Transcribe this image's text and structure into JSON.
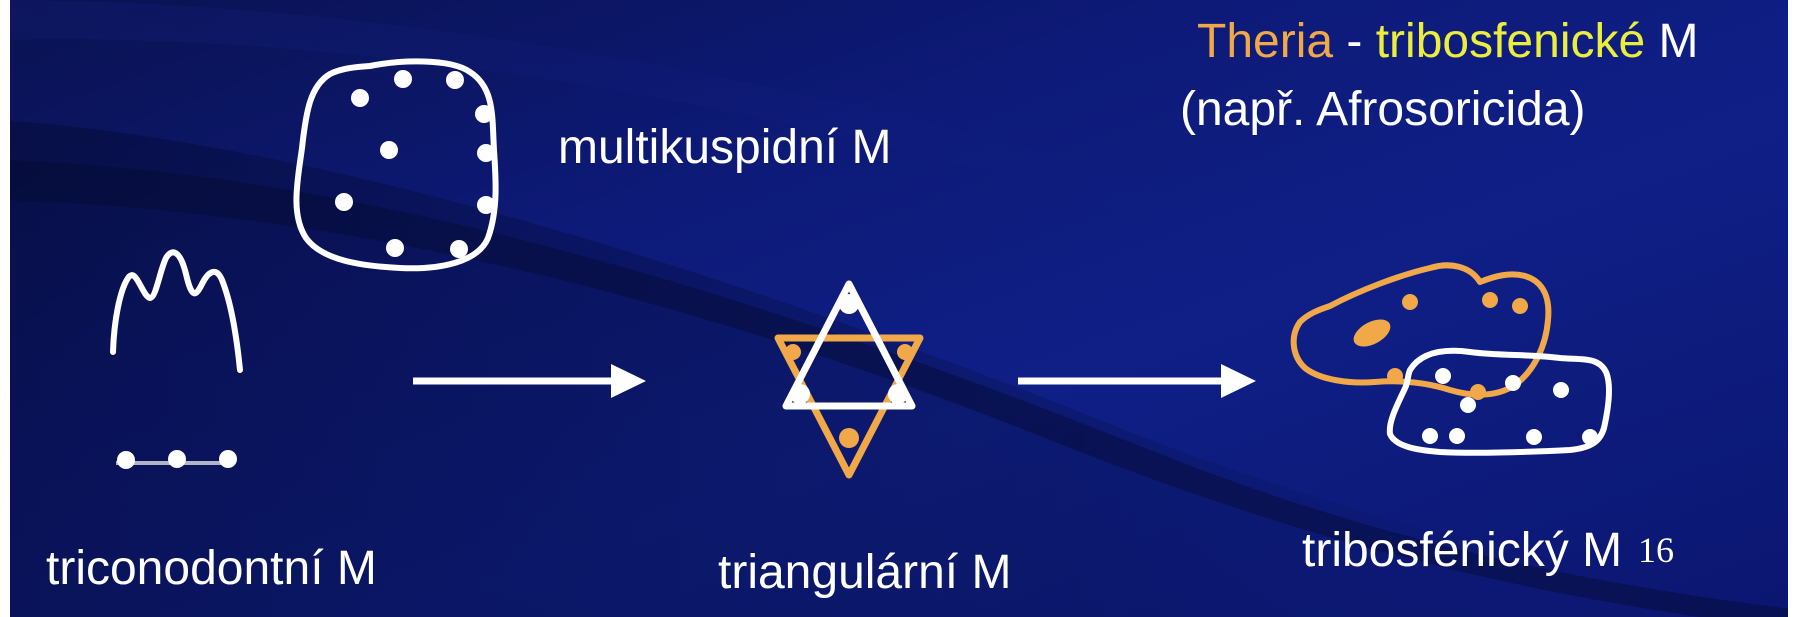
{
  "heading": {
    "theria": "Theria",
    "separator": " - ",
    "tribosfenicke": "tribosfenické",
    "suffix": " M",
    "example": "(např. Afrosoricida)"
  },
  "labels": {
    "multikuspidni": "multikuspidní M",
    "triconodontni": "triconodontní M",
    "triangularni": "triangulární M",
    "tribosfenicky": "tribosfénický M"
  },
  "page_number": "16",
  "colors": {
    "background": "#0d1a78",
    "theria": "#f0a848",
    "tribosfenicke": "#ecee3c",
    "drawing_white": "#ffffff",
    "drawing_orange": "#f0a848"
  }
}
